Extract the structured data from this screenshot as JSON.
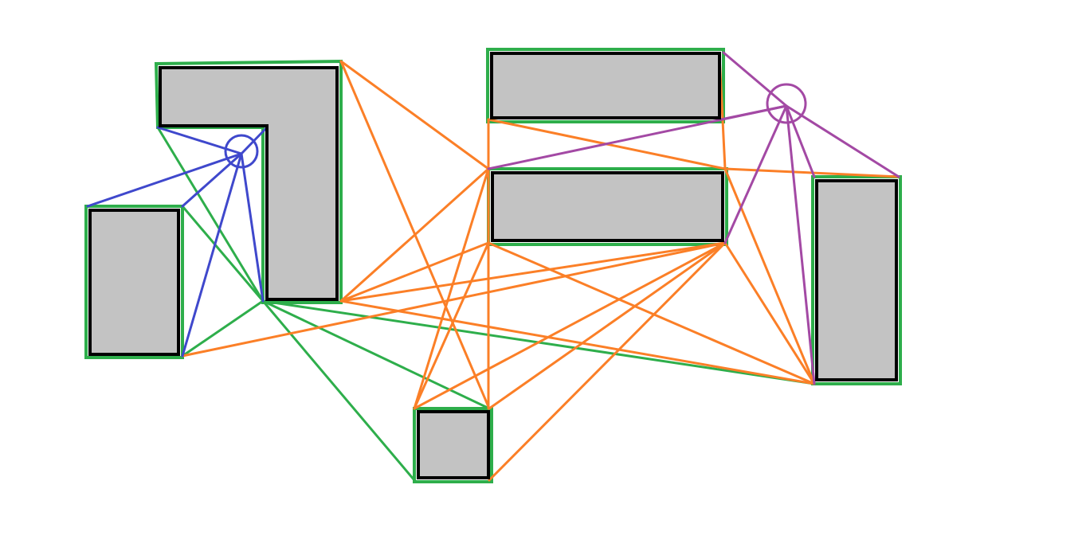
{
  "colors": {
    "background": "#ffffff",
    "obstacle_fill": "#c3c3c3",
    "obstacle_border": "#000000",
    "cspace_border": "#2eae4b",
    "graph_edge": "#fb7f27",
    "start_edges": "#3f48cc",
    "goal_edges": "#a349a4"
  },
  "diagram": {
    "obstacles": [
      {
        "id": "l-shape",
        "label": ""
      },
      {
        "id": "left-block",
        "label": ""
      },
      {
        "id": "top-bar",
        "label": ""
      },
      {
        "id": "middle-bar",
        "label": ""
      },
      {
        "id": "right-block",
        "label": ""
      },
      {
        "id": "bottom-square",
        "label": ""
      }
    ],
    "nodes": [
      {
        "id": "start",
        "color": "start_edges"
      },
      {
        "id": "goal",
        "color": "goal_edges"
      }
    ]
  }
}
